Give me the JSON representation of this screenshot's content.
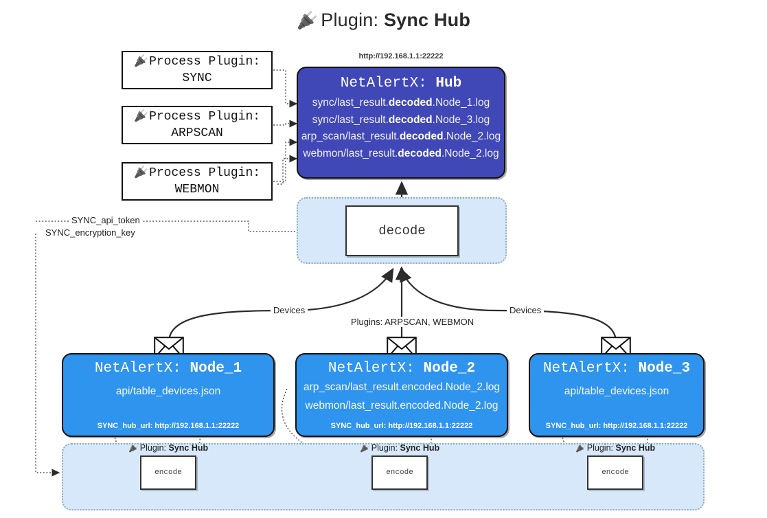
{
  "title": {
    "icon": "plug-icon",
    "prefix": "Plugin:",
    "name": "Sync Hub"
  },
  "process_plugins": [
    {
      "icon": "plug-icon",
      "line1": "Process Plugin:",
      "line2": "SYNC"
    },
    {
      "icon": "plug-icon",
      "line1": "Process Plugin:",
      "line2": "ARPSCAN"
    },
    {
      "icon": "plug-icon",
      "line1": "Process Plugin:",
      "line2": "WEBMON"
    }
  ],
  "hub": {
    "url": "http://192.168.1.1:22222",
    "title_prefix": "NetAlertX:",
    "title_name": "Hub",
    "logs": [
      {
        "pre": "sync/last_result.",
        "mid": "decoded",
        "post": ".Node_1.log"
      },
      {
        "pre": "sync/last_result.",
        "mid": "decoded",
        "post": ".Node_3.log"
      },
      {
        "pre": "arp_scan/last_result.",
        "mid": "decoded",
        "post": ".Node_2.log"
      },
      {
        "pre": "webmon/last_result.",
        "mid": "decoded",
        "post": ".Node_2.log"
      }
    ]
  },
  "decode": {
    "label": "decode"
  },
  "settings": {
    "api_token": "SYNC_api_token",
    "encryption_key": "SYNC_encryption_key"
  },
  "edge_labels": {
    "devices_left": "Devices",
    "devices_right": "Devices",
    "plugins_center": "Plugins: ARPSCAN, WEBMON"
  },
  "nodes": [
    {
      "title_prefix": "NetAlertX:",
      "title_name": "Node_1",
      "lines": [
        "api/table_devices.json"
      ],
      "footer": "SYNC_hub_url: http://192.168.1.1:22222",
      "envelope_icon": "envelope-icon"
    },
    {
      "title_prefix": "NetAlertX:",
      "title_name": "Node_2",
      "lines": [
        "arp_scan/last_result.encoded.Node_2.log",
        "webmon/last_result.encoded.Node_2.log"
      ],
      "footer": "SYNC_hub_url: http://192.168.1.1:22222",
      "envelope_icon": "envelope-icon"
    },
    {
      "title_prefix": "NetAlertX:",
      "title_name": "Node_3",
      "lines": [
        "api/table_devices.json"
      ],
      "footer": "SYNC_hub_url: http://192.168.1.1:22222",
      "envelope_icon": "envelope-icon"
    }
  ],
  "encoders": [
    {
      "label": "encode",
      "plugin_prefix": "Plugin:",
      "plugin_name": "Sync Hub",
      "icon": "plug-icon"
    },
    {
      "label": "encode",
      "plugin_prefix": "Plugin:",
      "plugin_name": "Sync Hub",
      "icon": "plug-icon"
    },
    {
      "label": "encode",
      "plugin_prefix": "Plugin:",
      "plugin_name": "Sync Hub",
      "icon": "plug-icon"
    }
  ],
  "colors": {
    "hub_fill": "#4047b7",
    "node_fill": "#2f94ee",
    "band_fill": "#d7e8fa",
    "band_border": "#8fa9bf",
    "stroke": "#111111"
  }
}
